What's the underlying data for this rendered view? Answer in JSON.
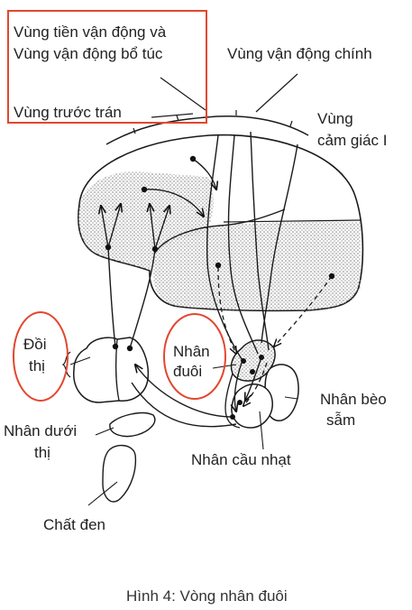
{
  "labels": {
    "premotor_line1": "Vùng tiền vận động và",
    "premotor_line2": "Vùng vận động bổ túc",
    "prefrontal": "Vùng trước trán",
    "primary_motor": "Vùng vận động chính",
    "somatosensory_line1": "Vùng",
    "somatosensory_line2": "cảm giác I",
    "thalamus_line1": "Đồi",
    "thalamus_line2": "thị",
    "caudate_line1": "Nhân",
    "caudate_line2": "đuôi",
    "putamen_line1": "Nhân bèo",
    "putamen_line2": "sẫm",
    "subthalamic_line1": "Nhân dưới",
    "subthalamic_line2": "thị",
    "globus_pallidus": "Nhân cầu nhạt",
    "substantia_nigra": "Chất đen"
  },
  "caption": "Hình 4: Vòng nhân đuôi",
  "highlight_color": "#e2472f"
}
